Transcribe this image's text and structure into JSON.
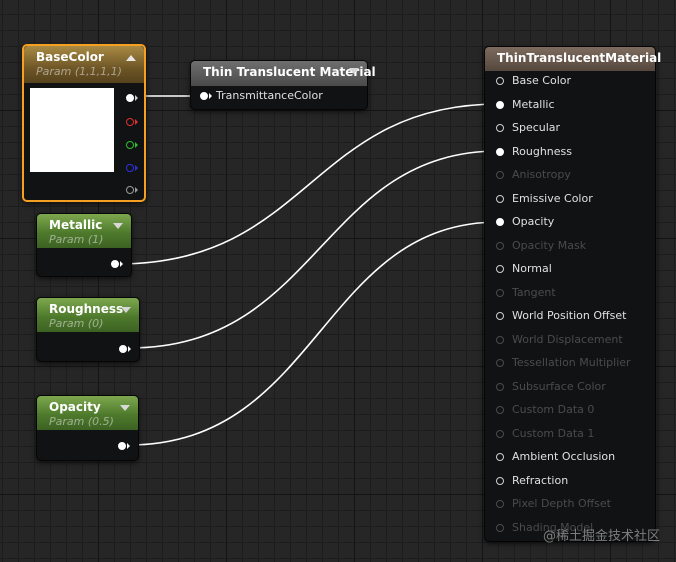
{
  "nodes": {
    "base_color": {
      "title": "BaseColor",
      "subtitle": "Param (1,1,1,1)"
    },
    "thin_translucent": {
      "title": "Thin Translucent Material",
      "input_label": "TransmittanceColor"
    },
    "metallic": {
      "title": "Metallic",
      "subtitle": "Param (1)"
    },
    "roughness": {
      "title": "Roughness",
      "subtitle": "Param (0)"
    },
    "opacity": {
      "title": "Opacity",
      "subtitle": "Param (0.5)"
    },
    "material": {
      "title": "ThinTranslucentMaterial",
      "pins": [
        {
          "label": "Base Color",
          "enabled": true,
          "connected": false
        },
        {
          "label": "Metallic",
          "enabled": true,
          "connected": true
        },
        {
          "label": "Specular",
          "enabled": true,
          "connected": false
        },
        {
          "label": "Roughness",
          "enabled": true,
          "connected": true
        },
        {
          "label": "Anisotropy",
          "enabled": false,
          "connected": false
        },
        {
          "label": "Emissive Color",
          "enabled": true,
          "connected": false
        },
        {
          "label": "Opacity",
          "enabled": true,
          "connected": true
        },
        {
          "label": "Opacity Mask",
          "enabled": false,
          "connected": false
        },
        {
          "label": "Normal",
          "enabled": true,
          "connected": false
        },
        {
          "label": "Tangent",
          "enabled": false,
          "connected": false
        },
        {
          "label": "World Position Offset",
          "enabled": true,
          "connected": false
        },
        {
          "label": "World Displacement",
          "enabled": false,
          "connected": false
        },
        {
          "label": "Tessellation Multiplier",
          "enabled": false,
          "connected": false
        },
        {
          "label": "Subsurface Color",
          "enabled": false,
          "connected": false
        },
        {
          "label": "Custom Data 0",
          "enabled": false,
          "connected": false
        },
        {
          "label": "Custom Data 1",
          "enabled": false,
          "connected": false
        },
        {
          "label": "Ambient Occlusion",
          "enabled": true,
          "connected": false
        },
        {
          "label": "Refraction",
          "enabled": true,
          "connected": false
        },
        {
          "label": "Pixel Depth Offset",
          "enabled": false,
          "connected": false
        },
        {
          "label": "Shading Model",
          "enabled": false,
          "connected": false
        }
      ]
    }
  },
  "watermark": "@稀土掘金技术社区",
  "colors": {
    "pin_red": "#e03030",
    "pin_green": "#2ec02e",
    "pin_blue": "#3030e0",
    "selection_outline": "#f5a020",
    "wire": "#ffffff"
  }
}
